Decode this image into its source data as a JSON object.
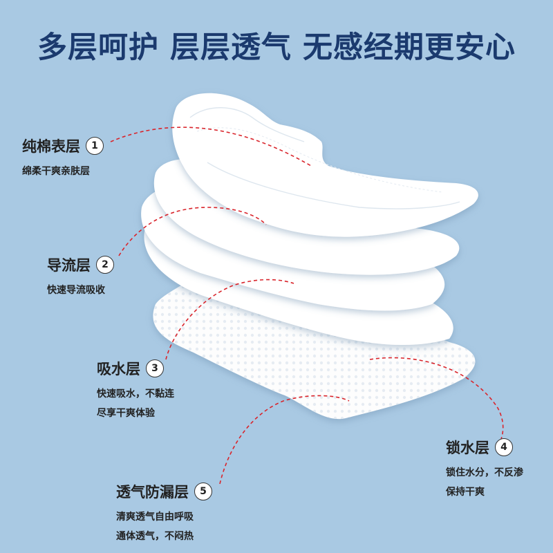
{
  "headline": "多层呵护 层层透气 无感经期更安心",
  "layers": [
    {
      "title": "纯棉表层",
      "number": "1",
      "desc": [
        "绵柔干爽亲肤层"
      ]
    },
    {
      "title": "导流层",
      "number": "2",
      "desc": [
        "快速导流吸收"
      ]
    },
    {
      "title": "吸水层",
      "number": "3",
      "desc": [
        "快速吸水，不黏连",
        "尽享干爽体验"
      ]
    },
    {
      "title": "锁水层",
      "number": "4",
      "desc": [
        "锁住水分，不反渗",
        "保持干爽"
      ]
    },
    {
      "title": "透气防漏层",
      "number": "5",
      "desc": [
        "清爽透气自由呼吸",
        "通体透气，不闷热"
      ]
    }
  ],
  "colors": {
    "background": "#a9c9e3",
    "headline": "#1b3a6e",
    "leader_line": "#d9242b",
    "pad": "#ffffff"
  }
}
